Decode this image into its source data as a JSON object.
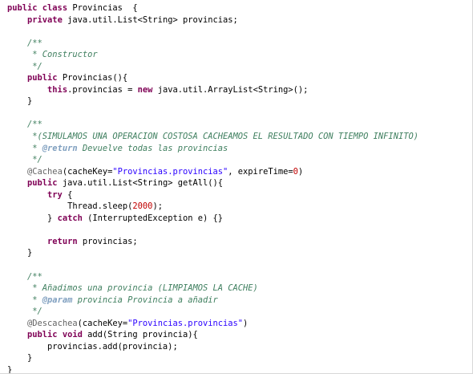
{
  "editor": {
    "theme": {
      "keyword": "#7f0055",
      "comment": "#3f7f5f",
      "string": "#2a00ff",
      "annotation": "#646464",
      "number": "#c00000",
      "javadoc_tag": "#7f9fbf",
      "text": "#000000",
      "background": "#ffffff"
    },
    "lines": [
      [
        {
          "t": "kw",
          "v": "public class"
        },
        {
          "t": "tx",
          "v": " Provincias  {"
        }
      ],
      [
        {
          "t": "tx",
          "v": "    "
        },
        {
          "t": "kw",
          "v": "private"
        },
        {
          "t": "tx",
          "v": " java.util.List<String> provincias;"
        }
      ],
      [],
      [
        {
          "t": "tx",
          "v": "    "
        },
        {
          "t": "cm",
          "v": "/**"
        }
      ],
      [
        {
          "t": "tx",
          "v": "     "
        },
        {
          "t": "cm",
          "v": "* Constructor"
        }
      ],
      [
        {
          "t": "tx",
          "v": "     "
        },
        {
          "t": "cm",
          "v": "*/"
        }
      ],
      [
        {
          "t": "tx",
          "v": "    "
        },
        {
          "t": "kw",
          "v": "public"
        },
        {
          "t": "tx",
          "v": " Provincias(){"
        }
      ],
      [
        {
          "t": "tx",
          "v": "        "
        },
        {
          "t": "kw",
          "v": "this"
        },
        {
          "t": "tx",
          "v": ".provincias = "
        },
        {
          "t": "kw",
          "v": "new"
        },
        {
          "t": "tx",
          "v": " java.util.ArrayList<String>();"
        }
      ],
      [
        {
          "t": "tx",
          "v": "    }"
        }
      ],
      [],
      [
        {
          "t": "tx",
          "v": "    "
        },
        {
          "t": "cm",
          "v": "/**"
        }
      ],
      [
        {
          "t": "tx",
          "v": "     "
        },
        {
          "t": "cm",
          "v": "*(SIMULAMOS UNA OPERACION COSTOSA CACHEAMOS EL RESULTADO CON TIEMPO INFINITO)"
        }
      ],
      [
        {
          "t": "tx",
          "v": "     "
        },
        {
          "t": "cm",
          "v": "* "
        },
        {
          "t": "tg",
          "v": "@return"
        },
        {
          "t": "cm",
          "v": " Devuelve todas las provincias"
        }
      ],
      [
        {
          "t": "tx",
          "v": "     "
        },
        {
          "t": "cm",
          "v": "*/"
        }
      ],
      [
        {
          "t": "tx",
          "v": "    "
        },
        {
          "t": "an",
          "v": "@Cachea"
        },
        {
          "t": "tx",
          "v": "(cacheKey="
        },
        {
          "t": "st",
          "v": "\"Provincias.provincias\""
        },
        {
          "t": "tx",
          "v": ", expireTime="
        },
        {
          "t": "nm",
          "v": "0"
        },
        {
          "t": "tx",
          "v": ")"
        }
      ],
      [
        {
          "t": "tx",
          "v": "    "
        },
        {
          "t": "kw",
          "v": "public"
        },
        {
          "t": "tx",
          "v": " java.util.List<String> getAll(){"
        }
      ],
      [
        {
          "t": "tx",
          "v": "        "
        },
        {
          "t": "kw",
          "v": "try"
        },
        {
          "t": "tx",
          "v": " {"
        }
      ],
      [
        {
          "t": "tx",
          "v": "            Thread.sleep("
        },
        {
          "t": "nm",
          "v": "2000"
        },
        {
          "t": "tx",
          "v": ");"
        }
      ],
      [
        {
          "t": "tx",
          "v": "        } "
        },
        {
          "t": "kw",
          "v": "catch"
        },
        {
          "t": "tx",
          "v": " (InterruptedException e) {}"
        }
      ],
      [],
      [
        {
          "t": "tx",
          "v": "        "
        },
        {
          "t": "kw",
          "v": "return"
        },
        {
          "t": "tx",
          "v": " provincias;"
        }
      ],
      [
        {
          "t": "tx",
          "v": "    }"
        }
      ],
      [],
      [
        {
          "t": "tx",
          "v": "    "
        },
        {
          "t": "cm",
          "v": "/**"
        }
      ],
      [
        {
          "t": "tx",
          "v": "     "
        },
        {
          "t": "cm",
          "v": "* Añadimos una provincia (LIMPIAMOS LA CACHE)"
        }
      ],
      [
        {
          "t": "tx",
          "v": "     "
        },
        {
          "t": "cm",
          "v": "* "
        },
        {
          "t": "tg",
          "v": "@param"
        },
        {
          "t": "cm",
          "v": " provincia Provincia a añadir"
        }
      ],
      [
        {
          "t": "tx",
          "v": "     "
        },
        {
          "t": "cm",
          "v": "*/"
        }
      ],
      [
        {
          "t": "tx",
          "v": "    "
        },
        {
          "t": "an",
          "v": "@Descachea"
        },
        {
          "t": "tx",
          "v": "(cacheKey="
        },
        {
          "t": "st",
          "v": "\"Provincias.provincias\""
        },
        {
          "t": "tx",
          "v": ")"
        }
      ],
      [
        {
          "t": "tx",
          "v": "    "
        },
        {
          "t": "kw",
          "v": "public void"
        },
        {
          "t": "tx",
          "v": " add(String provincia){"
        }
      ],
      [
        {
          "t": "tx",
          "v": "        provincias.add(provincia);"
        }
      ],
      [
        {
          "t": "tx",
          "v": "    }"
        }
      ],
      [
        {
          "t": "tx",
          "v": "}"
        }
      ]
    ]
  }
}
